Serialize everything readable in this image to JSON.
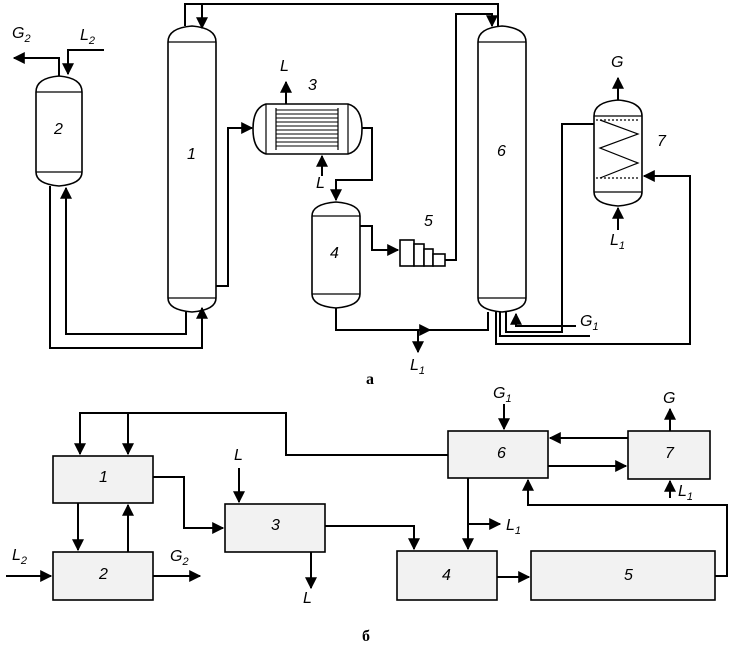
{
  "diagram_a": {
    "caption": "а",
    "units": [
      "1",
      "2",
      "3",
      "4",
      "5",
      "6",
      "7"
    ],
    "streams": {
      "G": "G",
      "L": "L",
      "L1_base": "L",
      "L1_sub": "1",
      "G1_base": "G",
      "G1_sub": "1",
      "G2_base": "G",
      "G2_sub": "2",
      "L2_base": "L",
      "L2_sub": "2"
    }
  },
  "diagram_b": {
    "caption": "б",
    "units": [
      "1",
      "2",
      "3",
      "4",
      "5",
      "6",
      "7"
    ],
    "streams": {
      "G": "G",
      "L": "L",
      "L1_base": "L",
      "L1_sub": "1",
      "G1_base": "G",
      "G1_sub": "1",
      "G2_base": "G",
      "G2_sub": "2",
      "L2_base": "L",
      "L2_sub": "2"
    }
  }
}
